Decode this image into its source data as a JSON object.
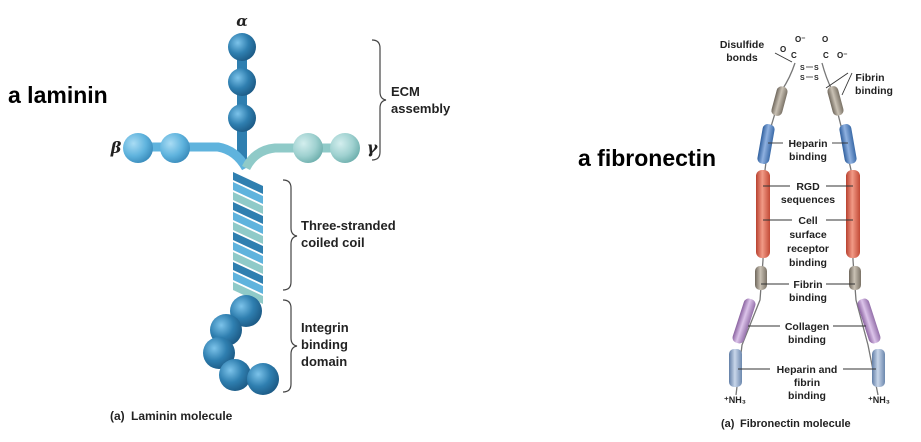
{
  "laminin": {
    "title": "a laminin",
    "alpha": "α",
    "beta": "β",
    "gamma": "γ",
    "ecm_line1": "ECM",
    "ecm_line2": "assembly",
    "coil_line1": "Three-stranded",
    "coil_line2": "coiled coil",
    "integrin_line1": "Integrin",
    "integrin_line2": "binding",
    "integrin_line3": "domain",
    "caption_tag": "(a)",
    "caption_text": "Laminin molecule"
  },
  "fibronectin": {
    "title": "a fibronectin",
    "disulfide_line1": "Disulfide",
    "disulfide_line2": "bonds",
    "fibrin_top_line1": "Fibrin",
    "fibrin_top_line2": "binding",
    "heparin_line1": "Heparin",
    "heparin_line2": "binding",
    "rgd_line1": "RGD",
    "rgd_line2": "sequences",
    "cell_line1": "Cell",
    "cell_line2": "surface",
    "cell_line3": "receptor",
    "cell_line4": "binding",
    "fibrin_mid_line1": "Fibrin",
    "fibrin_mid_line2": "binding",
    "collagen_line1": "Collagen",
    "collagen_line2": "binding",
    "hepfib_line1": "Heparin and",
    "hepfib_line2": "fibrin",
    "hepfib_line3": "binding",
    "o_minus": "O⁻",
    "o": "O",
    "c": "C",
    "s": "S",
    "nh3_left": "⁺NH₃",
    "nh3_right": "⁺NH₃",
    "caption_tag": "(a)",
    "caption_text": "Fibronectin molecule"
  },
  "colors": {
    "laminin_blue": "#2f7fb0",
    "laminin_light": "#5fb3dd",
    "laminin_teal": "#8fcac8",
    "fn_gray": "#9a9184",
    "fn_blue": "#4f7fc0",
    "fn_red": "#e0604a",
    "fn_purple": "#b48ac8",
    "fn_steel": "#8ea6c8"
  }
}
